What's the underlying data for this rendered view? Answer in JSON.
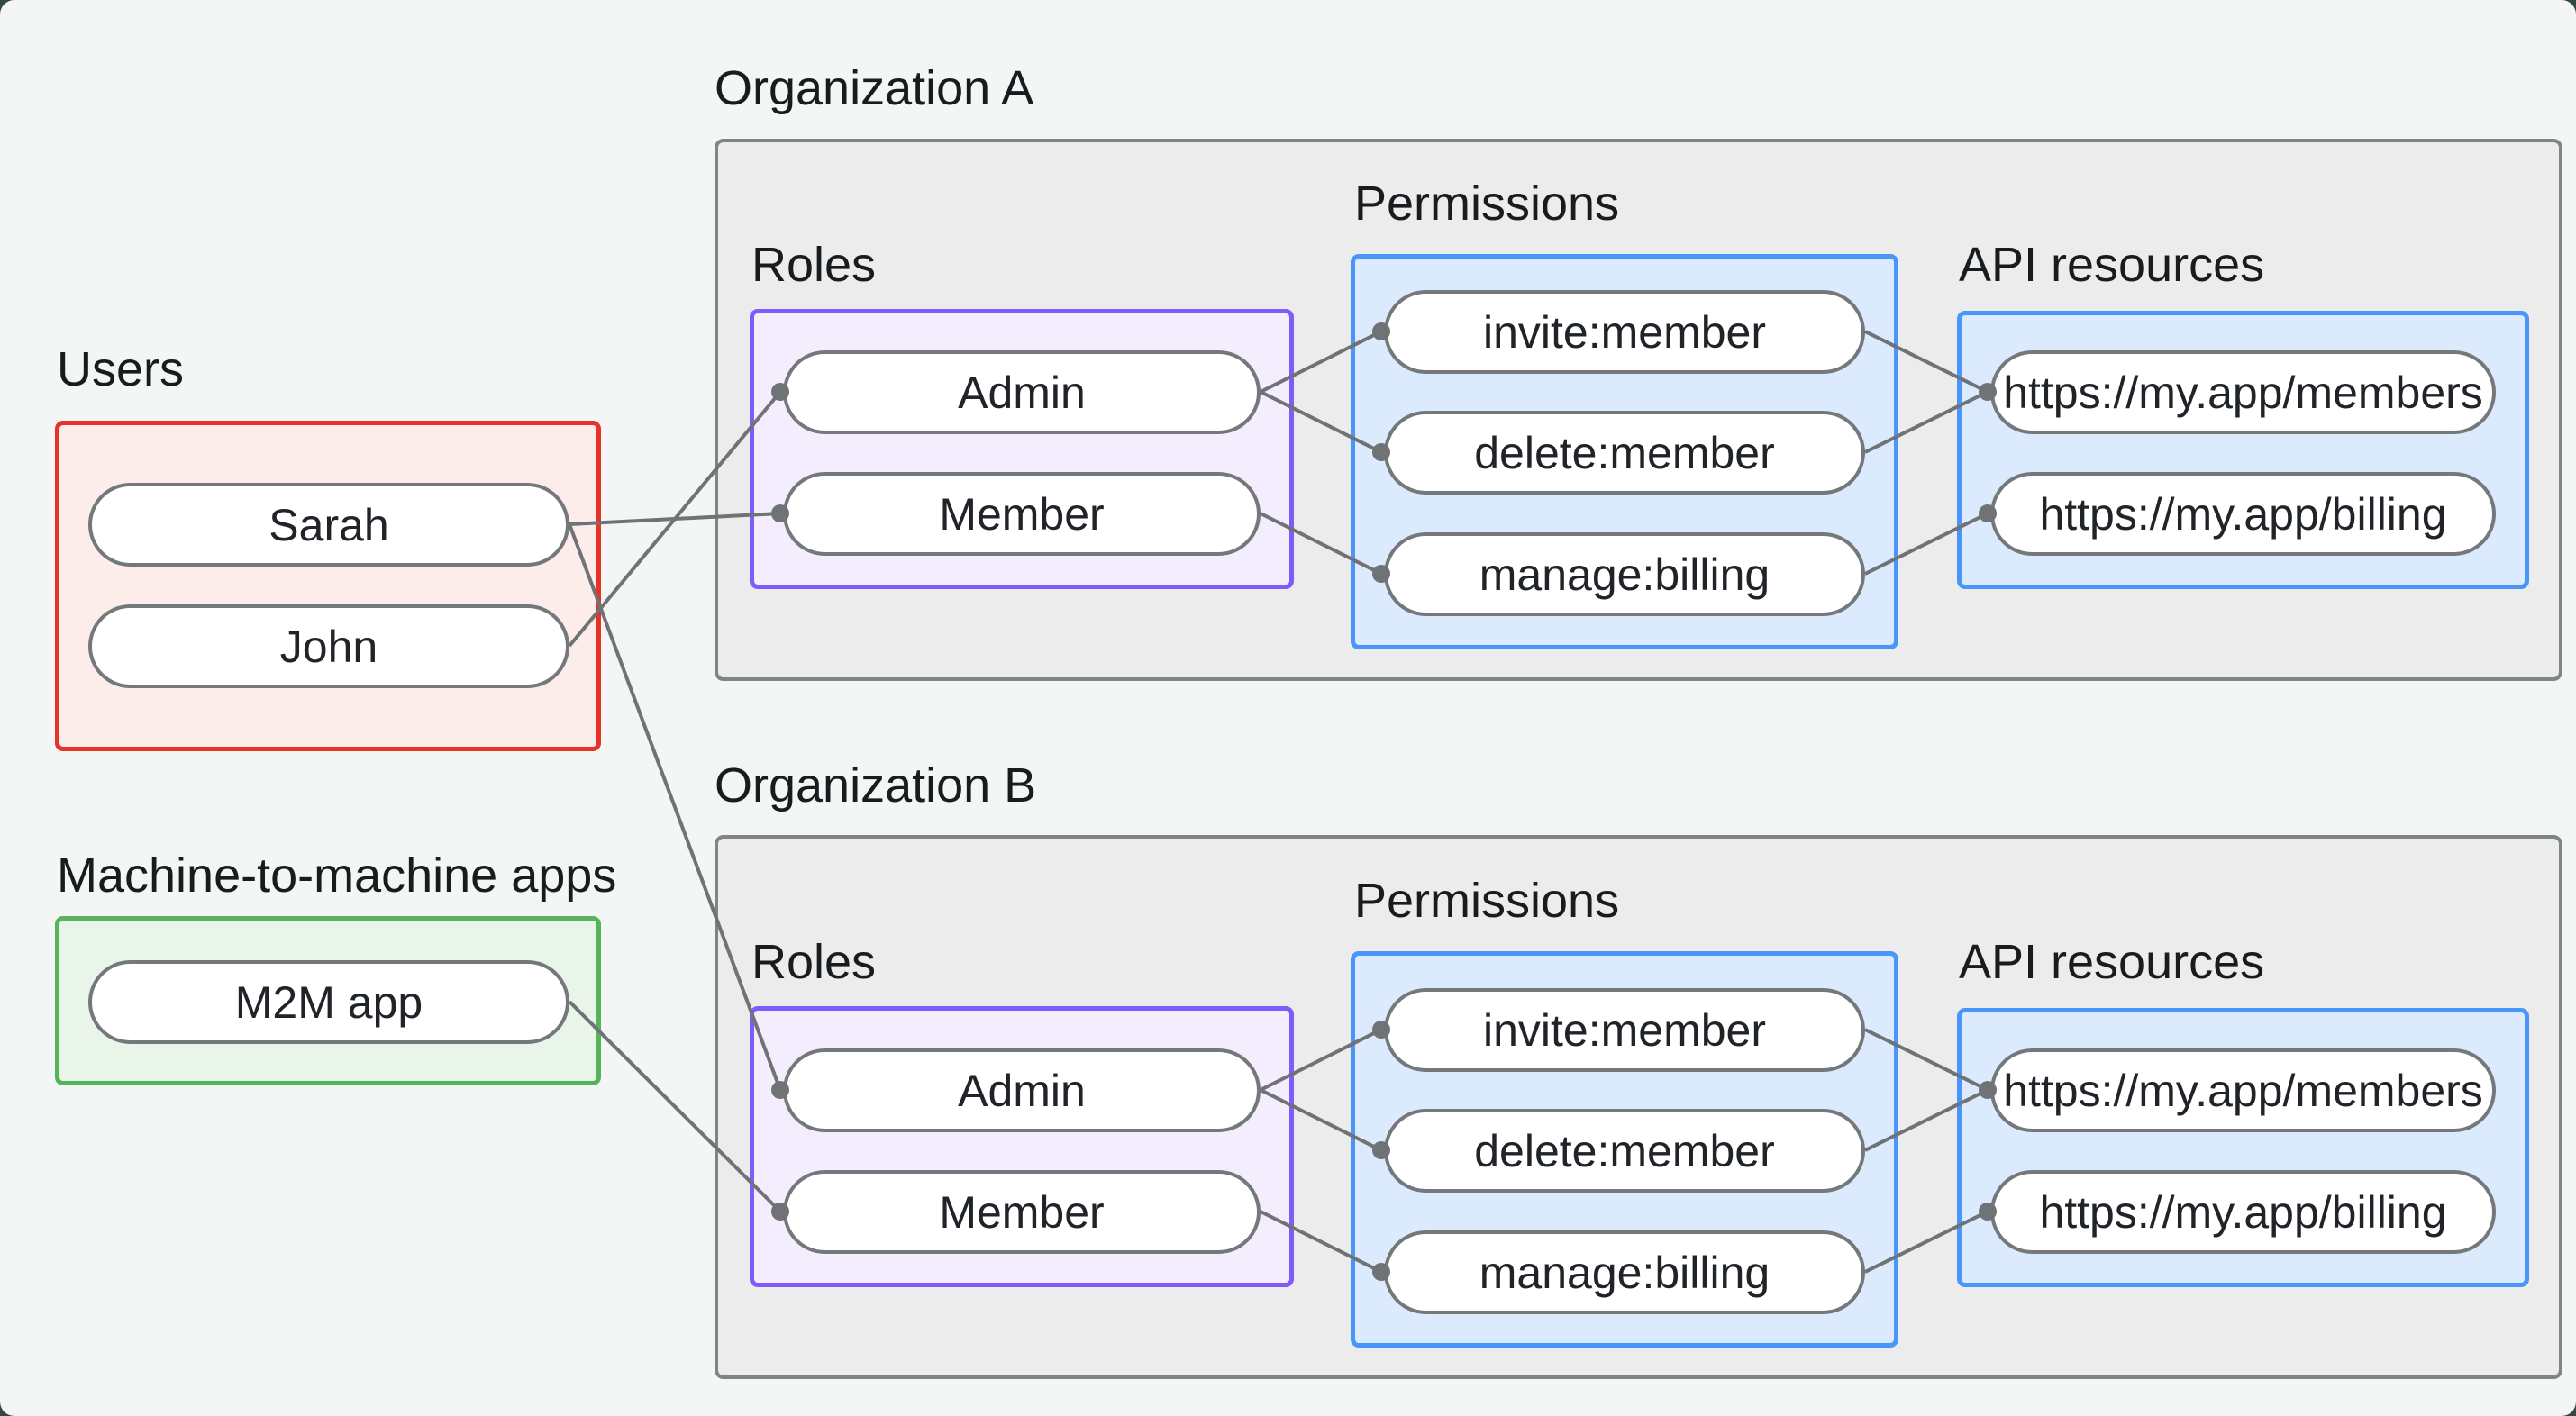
{
  "page": {
    "background": "#f4f6f5",
    "backdrop": "#33493d"
  },
  "users_panel": {
    "label": "Users",
    "items": [
      "Sarah",
      "John"
    ],
    "border_color": "#e5332a",
    "fill_color": "#fcecea"
  },
  "m2m_panel": {
    "label": "Machine-to-machine apps",
    "items": [
      "M2M app"
    ],
    "border_color": "#55b45a",
    "fill_color": "#e9f5e9"
  },
  "org_a": {
    "label": "Organization A",
    "roles_label": "Roles",
    "roles": [
      "Admin",
      "Member"
    ],
    "permissions_label": "Permissions",
    "permissions": [
      "invite:member",
      "delete:member",
      "manage:billing"
    ],
    "api_label": "API resources",
    "api_resources": [
      "https://my.app/members",
      "https://my.app/billing"
    ]
  },
  "org_b": {
    "label": "Organization B",
    "roles_label": "Roles",
    "roles": [
      "Admin",
      "Member"
    ],
    "permissions_label": "Permissions",
    "permissions": [
      "invite:member",
      "delete:member",
      "manage:billing"
    ],
    "api_label": "API resources",
    "api_resources": [
      "https://my.app/members",
      "https://my.app/billing"
    ]
  },
  "styles": {
    "roles_border": "#7d5cfa",
    "roles_fill": "#f3edfe",
    "permissions_border": "#4a95fa",
    "permissions_fill": "#dbeafc",
    "org_border": "#7f8487",
    "org_fill": "#ececec",
    "edge_color": "#6f7376",
    "node_border": "#74787b",
    "text_color": "#1f2327"
  },
  "connections": {
    "principal_to_role": [
      {
        "principal": "Sarah",
        "org": "Organization A",
        "role": "Member"
      },
      {
        "principal": "John",
        "org": "Organization A",
        "role": "Admin"
      },
      {
        "principal": "Sarah",
        "org": "Organization B",
        "role": "Admin"
      },
      {
        "principal": "M2M app",
        "org": "Organization B",
        "role": "Member"
      }
    ],
    "role_to_permission": [
      {
        "org": "Organization A",
        "role": "Admin",
        "permission": "invite:member"
      },
      {
        "org": "Organization A",
        "role": "Admin",
        "permission": "delete:member"
      },
      {
        "org": "Organization A",
        "role": "Member",
        "permission": "manage:billing"
      },
      {
        "org": "Organization B",
        "role": "Admin",
        "permission": "invite:member"
      },
      {
        "org": "Organization B",
        "role": "Admin",
        "permission": "delete:member"
      },
      {
        "org": "Organization B",
        "role": "Member",
        "permission": "manage:billing"
      }
    ],
    "permission_to_resource": [
      {
        "org": "Organization A",
        "permission": "invite:member",
        "resource": "https://my.app/members"
      },
      {
        "org": "Organization A",
        "permission": "delete:member",
        "resource": "https://my.app/members"
      },
      {
        "org": "Organization A",
        "permission": "manage:billing",
        "resource": "https://my.app/billing"
      },
      {
        "org": "Organization B",
        "permission": "invite:member",
        "resource": "https://my.app/members"
      },
      {
        "org": "Organization B",
        "permission": "delete:member",
        "resource": "https://my.app/members"
      },
      {
        "org": "Organization B",
        "permission": "manage:billing",
        "resource": "https://my.app/billing"
      }
    ]
  }
}
